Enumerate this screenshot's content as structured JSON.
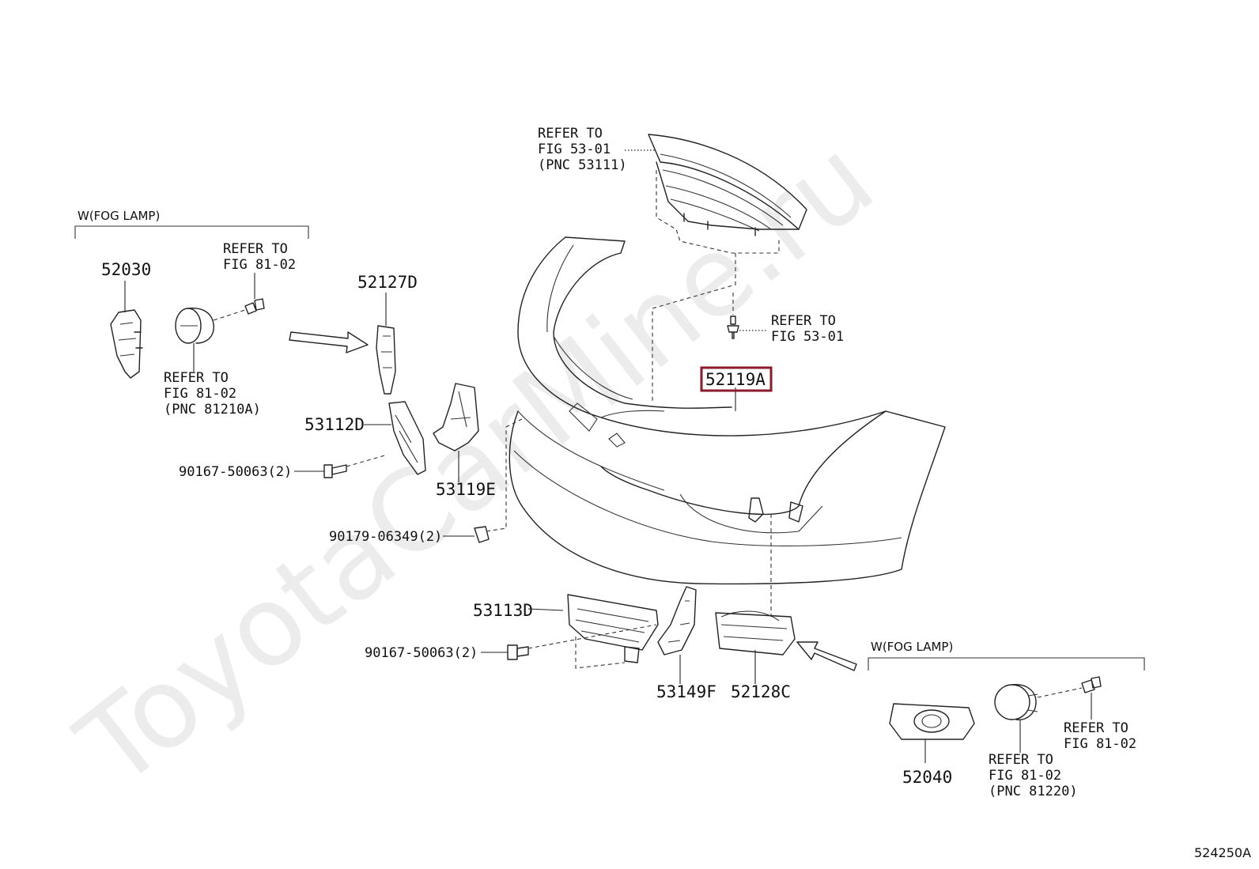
{
  "watermark": "ToyotaCarMine.ru",
  "diagram_code": "524250A",
  "highlight_color": "#8b1a2b",
  "groups": {
    "left": "W(FOG LAMP)",
    "right": "W(FOG LAMP)"
  },
  "parts": {
    "p52119A": "52119A",
    "p52030": "52030",
    "p52127D": "52127D",
    "p53112D": "53112D",
    "p53119E": "53119E",
    "p53113D": "53113D",
    "p53149F": "53149F",
    "p52128C": "52128C",
    "p52040": "52040",
    "bolt_upper": "90167-50063(2)",
    "clip": "90179-06349(2)",
    "bolt_lower": "90167-50063(2)"
  },
  "refs": {
    "grille": [
      "REFER TO",
      "FIG 53-01",
      "(PNC 53111)"
    ],
    "screw_top": [
      "REFER TO",
      "FIG 53-01"
    ],
    "left_screw": [
      "REFER TO",
      "FIG 81-02"
    ],
    "left_lamp": [
      "REFER TO",
      "FIG 81-02",
      "(PNC 81210A)"
    ],
    "right_screw": [
      "REFER TO",
      "FIG 81-02"
    ],
    "right_lamp": [
      "REFER TO",
      "FIG 81-02",
      "(PNC 81220)"
    ]
  }
}
